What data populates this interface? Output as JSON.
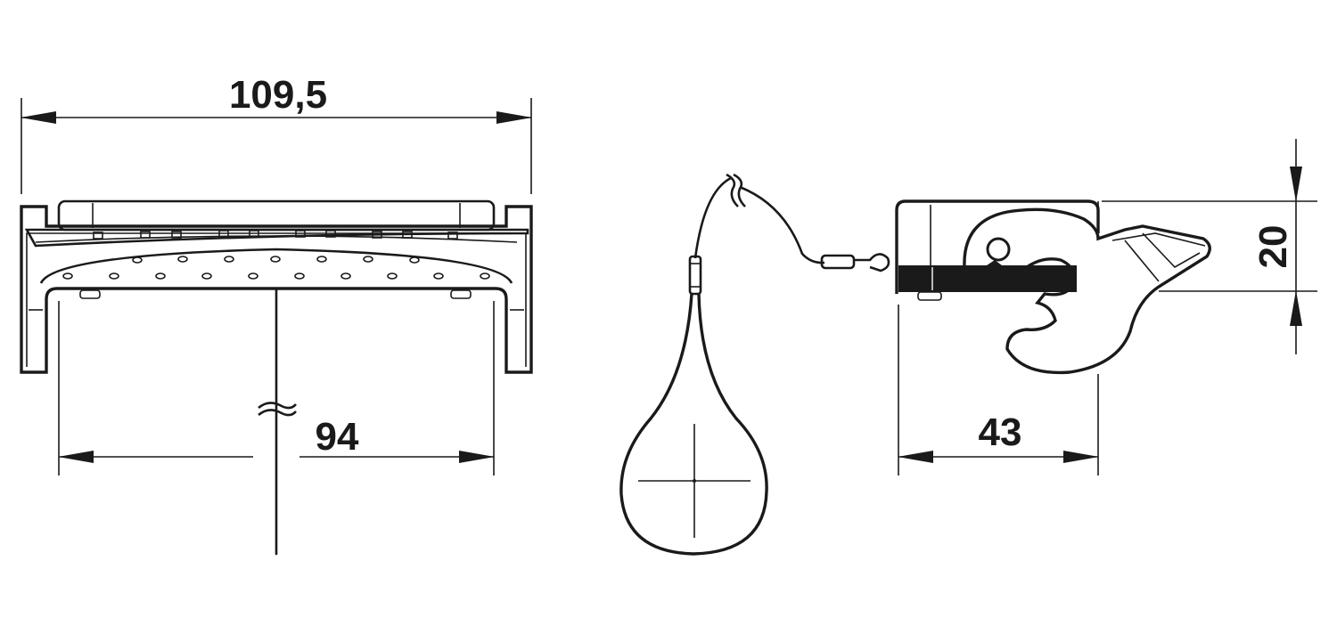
{
  "dimensions": {
    "overall_width": "109,5",
    "inner_width": "94",
    "clip_width": "43",
    "clip_height": "20"
  },
  "colors": {
    "line": "#1a1a1a",
    "background": "#ffffff"
  }
}
